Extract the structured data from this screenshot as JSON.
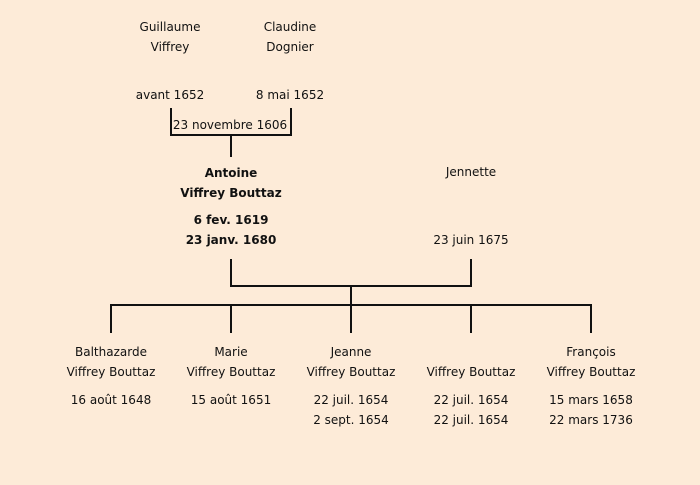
{
  "parents": {
    "father": {
      "first": "Guillaume",
      "last": "Viffrey",
      "death": "avant 1652"
    },
    "mother": {
      "first": "Claudine",
      "last": "Dognier",
      "death": "8 mai 1652"
    },
    "marriage": "23 novembre 1606"
  },
  "subject": {
    "first": "Antoine",
    "last": "Viffrey Bouttaz",
    "birth": "6 fev. 1619",
    "death": "23 janv. 1680"
  },
  "spouse": {
    "first": "Jennette",
    "death": "23 juin 1675"
  },
  "children": [
    {
      "first": "Balthazarde",
      "last": "Viffrey Bouttaz",
      "birth": "16 août 1648",
      "death": ""
    },
    {
      "first": "Marie",
      "last": "Viffrey Bouttaz",
      "birth": "15 août 1651",
      "death": ""
    },
    {
      "first": "Jeanne",
      "last": "Viffrey Bouttaz",
      "birth": "22 juil. 1654",
      "death": "2 sept. 1654"
    },
    {
      "first": "",
      "last": "Viffrey Bouttaz",
      "birth": "22 juil. 1654",
      "death": "22 juil. 1654"
    },
    {
      "first": "François",
      "last": "Viffrey Bouttaz",
      "birth": "15 mars 1658",
      "death": "22 mars 1736"
    }
  ]
}
